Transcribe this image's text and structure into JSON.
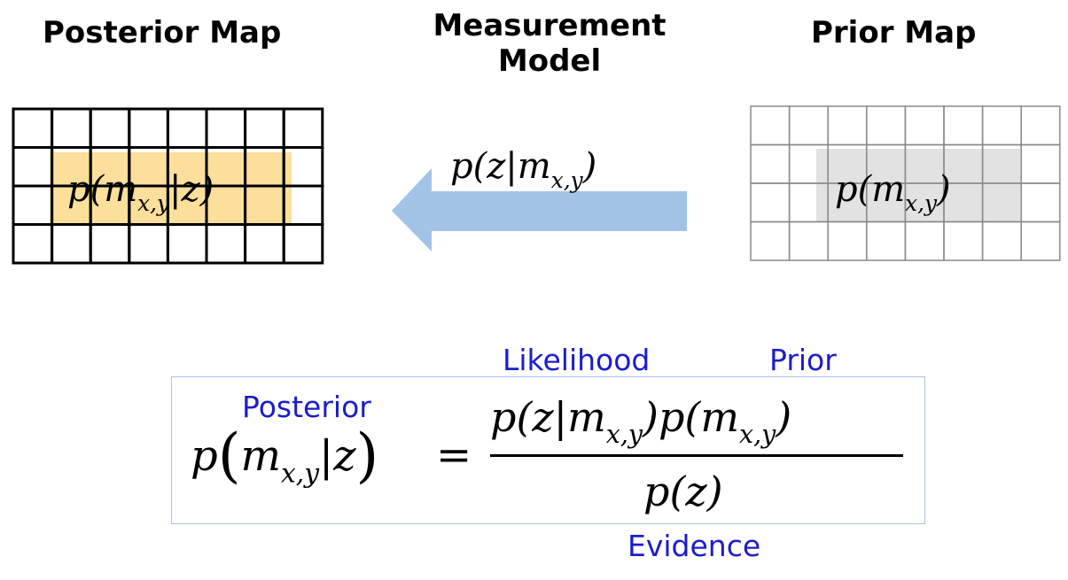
{
  "titles": {
    "posterior_map": "Posterior Map",
    "measurement_model": "Measurement Model",
    "prior_map": "Prior Map"
  },
  "grids": {
    "posterior": {
      "rows": 4,
      "cols": 8,
      "highlight_color": "#fbdf9a"
    },
    "prior": {
      "rows": 4,
      "cols": 8,
      "highlight_color": "#e2e2e2"
    }
  },
  "arrow_color": "#a2c3e6",
  "expressions": {
    "posterior_cell": {
      "p": "p(m",
      "sub": "x,y",
      "tail": "|z)"
    },
    "measurement": {
      "p": "p(z|m",
      "sub": "x,y",
      "tail": ")"
    },
    "prior_cell": {
      "p": "p(m",
      "sub": "x,y",
      "tail": ")"
    }
  },
  "formula": {
    "lhs": {
      "p": "p",
      "open": "(",
      "m": "m",
      "sub": "x,y",
      "tail": "|z",
      "close": ")"
    },
    "equals": "=",
    "numerator": {
      "a": "p(z|m",
      "sub1": "x,y",
      "b": ")p(m",
      "sub2": "x,y",
      "c": ")"
    },
    "denominator": "p(z)"
  },
  "labels": {
    "likelihood": "Likelihood",
    "prior": "Prior",
    "posterior": "Posterior",
    "evidence": "Evidence"
  },
  "label_color": "#1c1ccc"
}
